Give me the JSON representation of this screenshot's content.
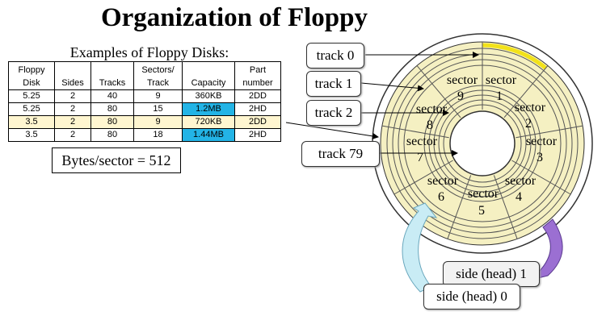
{
  "title": "Organization of Floppy",
  "table": {
    "caption": "Examples of Floppy Disks:",
    "headers": [
      {
        "line1": "Floppy",
        "line2": "Disk"
      },
      {
        "line1": "",
        "line2": "Sides"
      },
      {
        "line1": "",
        "line2": "Tracks"
      },
      {
        "line1": "Sectors/",
        "line2": "Track"
      },
      {
        "line1": "",
        "line2": "Capacity"
      },
      {
        "line1": "Part",
        "line2": "number"
      }
    ],
    "rows": [
      {
        "disk": "5.25",
        "sides": "2",
        "tracks": "40",
        "sectors": "9",
        "capacity": "360KB",
        "part": "2DD"
      },
      {
        "disk": "5.25",
        "sides": "2",
        "tracks": "80",
        "sectors": "15",
        "capacity": "1.2MB",
        "part": "2HD"
      },
      {
        "disk": "3.5",
        "sides": "2",
        "tracks": "80",
        "sectors": "9",
        "capacity": "720KB",
        "part": "2DD"
      },
      {
        "disk": "3.5",
        "sides": "2",
        "tracks": "80",
        "sectors": "18",
        "capacity": "1.44MB",
        "part": "2HD"
      }
    ]
  },
  "bytes_per_sector": "Bytes/sector = 512",
  "tracks": {
    "track0": "track 0",
    "track1": "track 1",
    "track2": "track 2",
    "track79": "track 79"
  },
  "sectors": [
    {
      "word": "sector",
      "num": "1"
    },
    {
      "word": "sector",
      "num": "2"
    },
    {
      "word": "sector",
      "num": "3"
    },
    {
      "word": "sector",
      "num": "4"
    },
    {
      "word": "sector",
      "num": "5"
    },
    {
      "word": "sector",
      "num": "6"
    },
    {
      "word": "sector",
      "num": "7"
    },
    {
      "word": "sector",
      "num": "8"
    },
    {
      "word": "sector",
      "num": "9"
    }
  ],
  "sides": {
    "head1": "side (head) 1",
    "head0": "side (head) 0"
  },
  "colors": {
    "disk_fill": "#f5f0c2",
    "highlight_arc": "#f2e21a",
    "capacity_highlight": "#23b4e6",
    "row_highlight": "#fff6d0",
    "head0_arrow": "#c9ecf5",
    "head1_arrow": "#9b6fd2"
  }
}
